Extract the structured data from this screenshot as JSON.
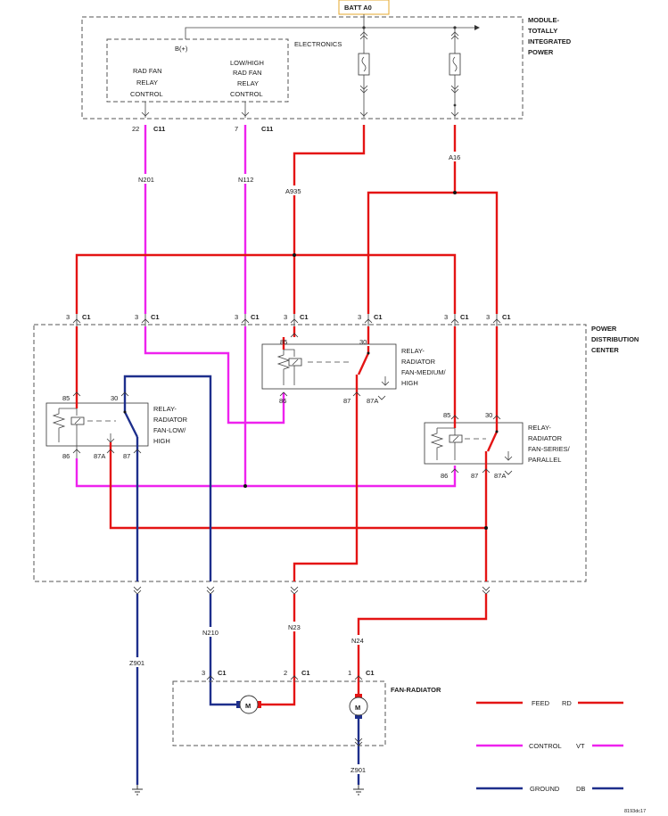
{
  "batt_label": "BATT A0",
  "tipm": {
    "title_lines": [
      "MODULE-",
      "TOTALLY",
      "INTEGRATED",
      "POWER"
    ],
    "electronics": "ELECTRONICS",
    "bplus": "B(+)",
    "rad_fan_ctrl": [
      "RAD FAN",
      "RELAY",
      "CONTROL"
    ],
    "lowhigh_ctrl": [
      "LOW/HIGH",
      "RAD FAN",
      "RELAY",
      "CONTROL"
    ]
  },
  "tipm_pins": {
    "p1_num": "22",
    "p1_conn": "C11",
    "p2_num": "7",
    "p2_conn": "C11"
  },
  "circuits": {
    "n201": "N201",
    "n112": "N112",
    "a935": "A935",
    "a16": "A16",
    "n210": "N210",
    "n23": "N23",
    "n24": "N24",
    "z901a": "Z901",
    "z901b": "Z901"
  },
  "pdc": {
    "title_lines": [
      "POWER",
      "DISTRIBUTION",
      "CENTER"
    ],
    "pin_num": "3",
    "conn": "C1"
  },
  "relay_med": {
    "lines": [
      "RELAY-",
      "RADIATOR",
      "FAN-MEDIUM/",
      "HIGH"
    ],
    "p85": "85",
    "p30": "30",
    "p86": "86",
    "p87": "87",
    "p87a": "87A"
  },
  "relay_low": {
    "lines": [
      "RELAY-",
      "RADIATOR",
      "FAN-LOW/",
      "HIGH"
    ],
    "p85": "85",
    "p30": "30",
    "p86": "86",
    "p87": "87",
    "p87a": "87A"
  },
  "relay_ser": {
    "lines": [
      "RELAY-",
      "RADIATOR",
      "FAN-SERIES/",
      "PARALLEL"
    ],
    "p85": "85",
    "p30": "30",
    "p86": "86",
    "p87": "87",
    "p87a": "87A"
  },
  "fan": {
    "title": "FAN-RADIATOR",
    "p3_num": "3",
    "p2_num": "2",
    "p1_num": "1",
    "conn": "C1",
    "motor": "M"
  },
  "legend": [
    {
      "label": "FEED",
      "code": "RD",
      "color": "#e41414"
    },
    {
      "label": "CONTROL",
      "code": "VT",
      "color": "#ee22ee"
    },
    {
      "label": "GROUND",
      "code": "DB",
      "color": "#1e2f8c"
    }
  ],
  "colors": {
    "feed": "#e41414",
    "control": "#ee22ee",
    "ground": "#1e2f8c"
  },
  "footer_code": "8193dc17"
}
